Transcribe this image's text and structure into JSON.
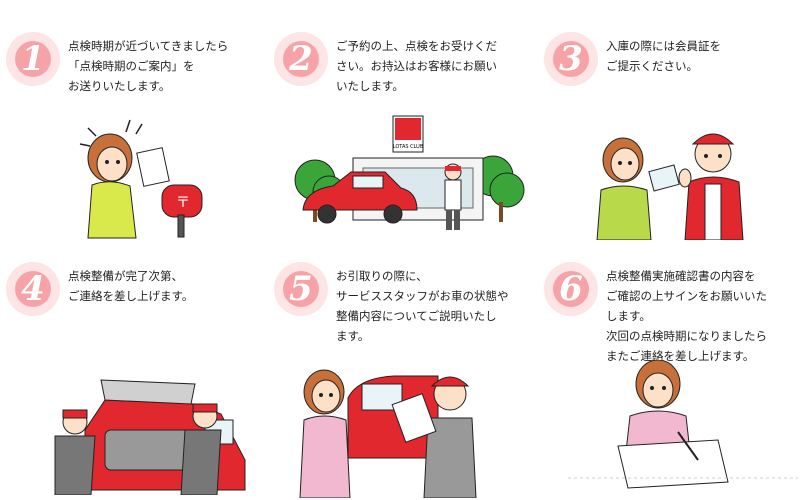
{
  "steps": [
    {
      "number": "1",
      "text": "点検時期が近づいてきましたら\n「点検時期のご案内」を\nお送りいたします。"
    },
    {
      "number": "2",
      "text": "ご予約の上、点検をお受けくだ\nさい。お持込はお客様にお願い\nいたします。"
    },
    {
      "number": "3",
      "text": "入庫の際には会員証を\nご提示ください。"
    },
    {
      "number": "4",
      "text": "点検整備が完了次第、\nご連絡を差し上げます。"
    },
    {
      "number": "5",
      "text": "お引取りの際に、\nサービススタッフがお車の状態や\n整備内容についてご説明いたし\nます。"
    },
    {
      "number": "6",
      "text": "点検整備実施確認書の内容を\nご確認の上サインをお願いいた\nします。\n次回の点検時期になりましたら\nまたご連絡を差し上げます。"
    }
  ],
  "logo": {
    "text": "LOTAS CLUB"
  },
  "colors": {
    "badge": "#f5a3a6",
    "car": "#e0282e",
    "tree": "#3aa63a",
    "shirt_green": "#b8d94a",
    "shirt_pink": "#f2b8cf"
  }
}
